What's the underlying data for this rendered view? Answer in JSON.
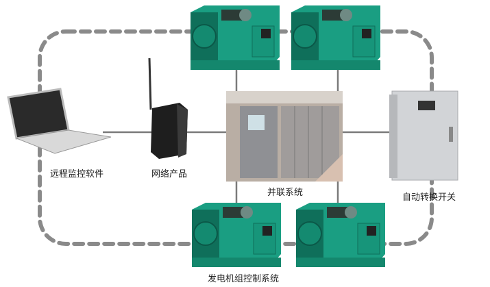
{
  "labels": {
    "remote_monitoring": "远程监控软件",
    "network_products": "网络产品",
    "paralleling_system": "并联系统",
    "transfer_switch": "自动转换开关",
    "genset_control": "发电机组控制系统"
  },
  "colors": {
    "genset": "#1a9e82",
    "genset_dark": "#0f6f5a",
    "dash": "#8a8a8a",
    "line": "#7a7a7a"
  }
}
